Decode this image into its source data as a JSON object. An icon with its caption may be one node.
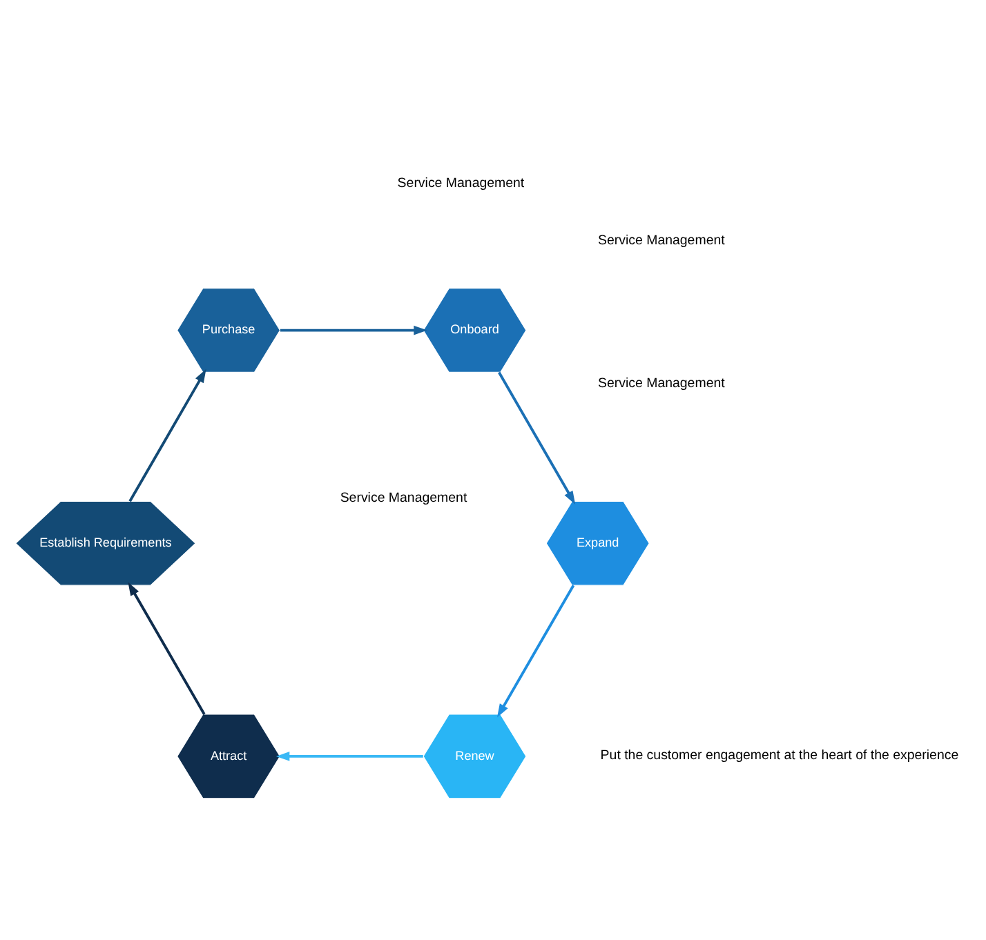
{
  "diagram": {
    "nodes": [
      {
        "text": [
          "Renew"
        ]
      },
      {
        "text": [
          "Attract"
        ]
      },
      {
        "text": [
          "Establish Requirements"
        ]
      },
      {
        "text": [
          "Purchase"
        ]
      },
      {
        "text": [
          "Onboard"
        ]
      },
      {
        "text": [
          "Expand"
        ]
      }
    ],
    "edges": [
      {
        "from": 5,
        "to": 0,
        "arrow": "to",
        "color": "#1e8ee0"
      },
      {
        "from": 0,
        "to": 1,
        "arrow": "to",
        "color": "#3ab8f5"
      },
      {
        "from": 1,
        "to": 2,
        "arrow": "to",
        "color": "#0f2d4d"
      },
      {
        "from": 2,
        "to": 3,
        "arrow": "to",
        "color": "#134a75"
      },
      {
        "from": 3,
        "to": 4,
        "arrow": "to",
        "color": "#19619a"
      },
      {
        "from": 4,
        "to": 5,
        "arrow": "to",
        "color": "#1b70b5"
      }
    ],
    "labels": [
      "Service Management",
      "Service Management",
      "Put the customer engagement at the heart of the experience",
      "Service Management",
      "Service Management"
    ]
  }
}
